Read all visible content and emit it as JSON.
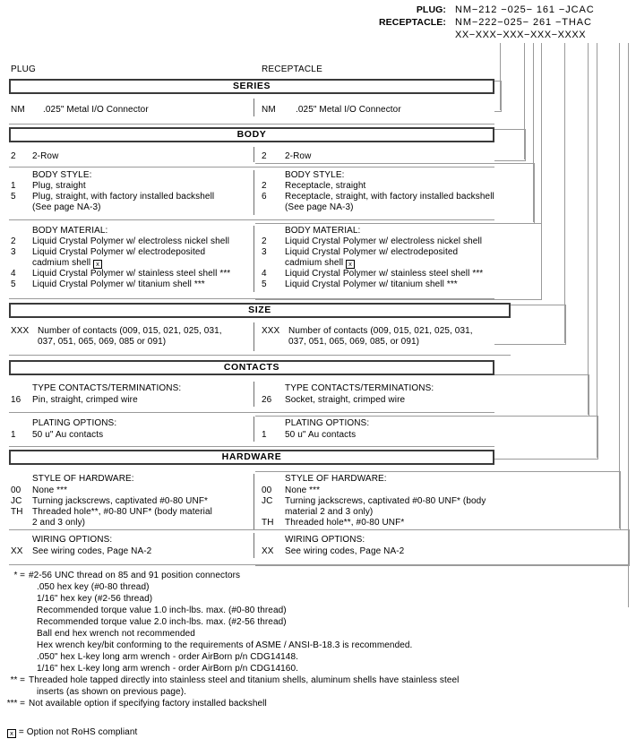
{
  "header": {
    "plug_label": "PLUG:",
    "receptacle_label": "RECEPTACLE:",
    "plug_pn": "NM−212 −025− 161 −JCAC",
    "receptacle_pn": "NM−222−025− 261 −THAC",
    "mask_pn": "XX−XXX−XXX−XXX−XXXX"
  },
  "columns": {
    "plug": "PLUG",
    "receptacle": "RECEPTACLE"
  },
  "sections": {
    "series": "SERIES",
    "body": "BODY",
    "size": "SIZE",
    "contacts": "CONTACTS",
    "hardware": "HARDWARE"
  },
  "series": {
    "plug": {
      "code": "NM",
      "text": ".025\" Metal I/O Connector"
    },
    "receptacle": {
      "code": "NM",
      "text": ".025\" Metal I/O Connector"
    }
  },
  "body_rows": {
    "plug": {
      "code": "2",
      "text": "2-Row"
    },
    "receptacle": {
      "code": "2",
      "text": "2-Row"
    }
  },
  "body_style": {
    "heading": "BODY STYLE:",
    "plug": [
      {
        "code": "1",
        "text": "Plug, straight"
      },
      {
        "code": "5",
        "text": "Plug, straight, with factory installed backshell"
      },
      {
        "code": "",
        "text": "(See page NA-3)"
      }
    ],
    "receptacle": [
      {
        "code": "2",
        "text": "Receptacle, straight"
      },
      {
        "code": "6",
        "text": "Receptacle, straight, with factory installed backshell"
      },
      {
        "code": "",
        "text": "(See page NA-3)"
      }
    ]
  },
  "body_material": {
    "heading": "BODY MATERIAL:",
    "plug": [
      {
        "code": "2",
        "text": "Liquid Crystal Polymer w/ electroless nickel shell",
        "box": false
      },
      {
        "code": "3",
        "text": "Liquid Crystal Polymer w/ electrodeposited",
        "box": false
      },
      {
        "code": "",
        "text": "cadmium shell",
        "box": true
      },
      {
        "code": "4",
        "text": "Liquid Crystal Polymer w/ stainless steel shell ***",
        "box": false
      },
      {
        "code": "5",
        "text": "Liquid Crystal Polymer w/ titanium shell ***",
        "box": false
      }
    ],
    "receptacle": [
      {
        "code": "2",
        "text": "Liquid Crystal Polymer w/ electroless nickel shell",
        "box": false
      },
      {
        "code": "3",
        "text": "Liquid Crystal Polymer w/ electrodeposited",
        "box": false
      },
      {
        "code": "",
        "text": "cadmium shell",
        "box": true
      },
      {
        "code": "4",
        "text": "Liquid Crystal Polymer w/ stainless steel shell ***",
        "box": false
      },
      {
        "code": "5",
        "text": "Liquid Crystal Polymer w/ titanium shell ***",
        "box": false
      }
    ]
  },
  "size": {
    "plug": {
      "code": "XXX",
      "line1": "Number of contacts (009, 015, 021, 025, 031,",
      "line2": "037, 051, 065, 069, 085 or 091)"
    },
    "receptacle": {
      "code": "XXX",
      "line1": "Number of contacts (009, 015, 021, 025, 031,",
      "line2": "037, 051, 065, 069, 085, or 091)"
    }
  },
  "contacts_type": {
    "heading": "TYPE CONTACTS/TERMINATIONS:",
    "plug": {
      "code": "16",
      "text": "Pin, straight, crimped wire"
    },
    "receptacle": {
      "code": "26",
      "text": "Socket, straight, crimped wire"
    }
  },
  "plating": {
    "heading": "PLATING OPTIONS:",
    "plug": {
      "code": "1",
      "text": "50 u\" Au contacts"
    },
    "receptacle": {
      "code": "1",
      "text": "50 u\" Au contacts"
    }
  },
  "hardware_style": {
    "heading": "STYLE OF HARDWARE:",
    "plug": [
      {
        "code": "00",
        "text": "None ***"
      },
      {
        "code": "JC",
        "text": "Turning jackscrews, captivated #0-80 UNF*"
      },
      {
        "code": "TH",
        "text": "Threaded hole**, #0-80 UNF* (body material"
      },
      {
        "code": "",
        "text": "2 and 3 only)"
      }
    ],
    "receptacle": [
      {
        "code": "00",
        "text": "None ***"
      },
      {
        "code": "JC",
        "text": "Turning jackscrews, captivated #0-80 UNF* (body"
      },
      {
        "code": "",
        "text": "material 2 and 3 only)"
      },
      {
        "code": "TH",
        "text": "Threaded hole**, #0-80 UNF*"
      }
    ]
  },
  "wiring": {
    "heading": "WIRING OPTIONS:",
    "plug": {
      "code": "XX",
      "text": "See wiring codes, Page NA-2"
    },
    "receptacle": {
      "code": "XX",
      "text": "See wiring codes, Page NA-2"
    }
  },
  "footnotes": {
    "single": {
      "mark": "* =",
      "lines": [
        "#2-56 UNC thread on 85 and 91 position connectors",
        ".050 hex key (#0-80 thread)",
        "1/16\" hex key (#2-56 thread)",
        "Recommended torque value 1.0 inch-lbs. max. (#0-80 thread)",
        "Recommended torque value 2.0 inch-lbs. max. (#2-56 thread)",
        "Ball end hex wrench not recommended",
        "Hex wrench key/bit conforming to the requirements of ASME / ANSI-B-18.3 is recommended.",
        ".050\" hex L-key long arm wrench - order AirBorn p/n CDG14148.",
        "1/16\" hex L-key long arm wrench - order AirBorn p/n CDG14160."
      ]
    },
    "double": {
      "mark": "** =",
      "lines": [
        "Threaded hole tapped directly into stainless steel and titanium shells, aluminum shells have stainless steel",
        "inserts (as shown on previous page)."
      ]
    },
    "triple": {
      "mark": "*** =",
      "lines": [
        "Not available option if specifying factory installed backshell"
      ]
    },
    "rohs": {
      "text": "= Option not RoHS compliant"
    }
  }
}
